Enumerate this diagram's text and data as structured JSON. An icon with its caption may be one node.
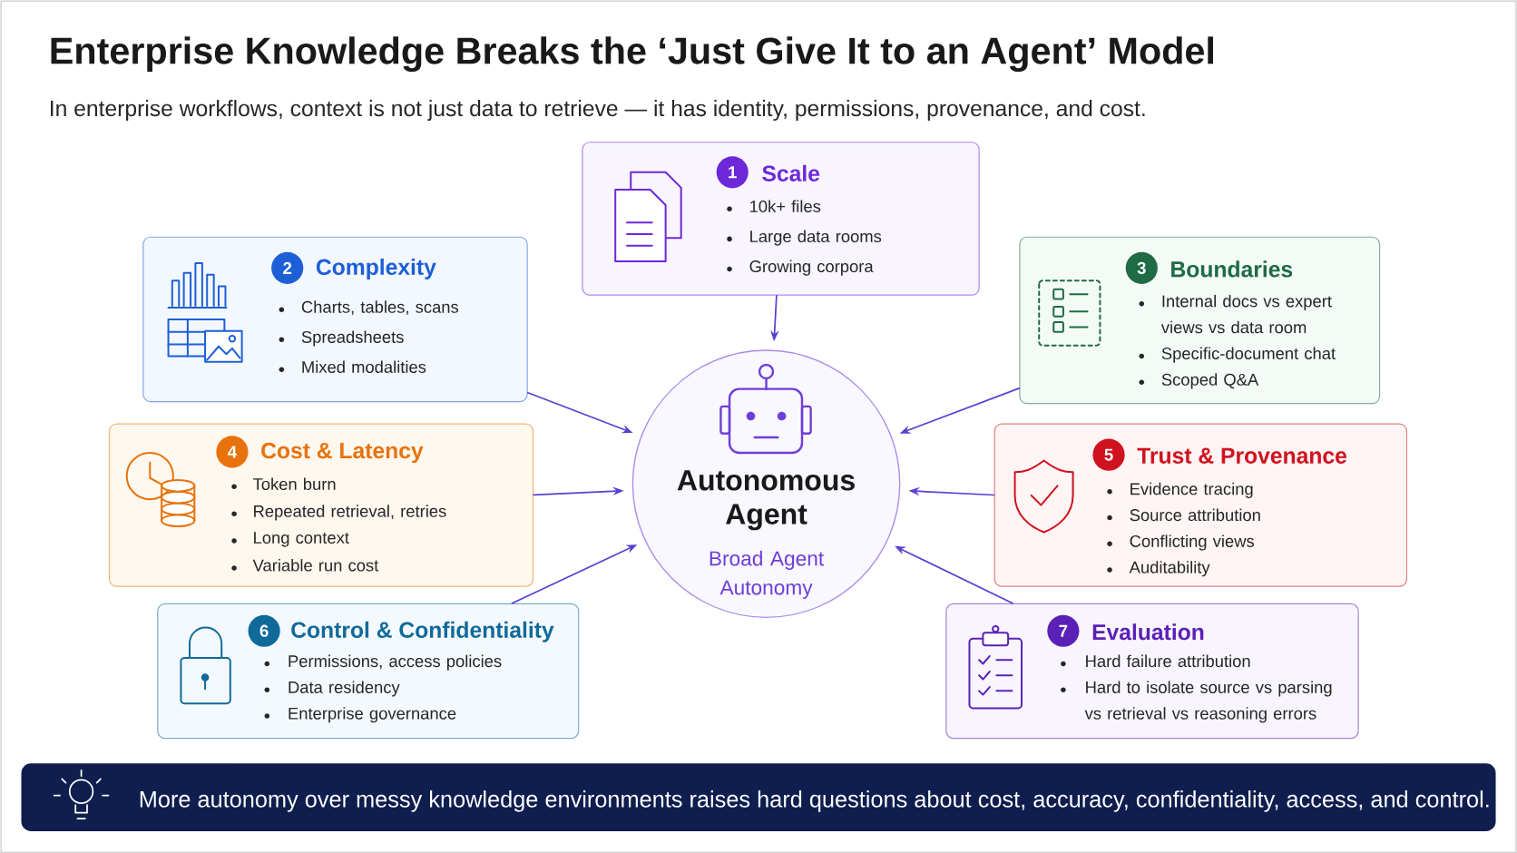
{
  "diagram": {
    "title": "Enterprise Knowledge Breaks the ‘Just Give It to an Agent’ Model",
    "nodes": [
      {
        "text": [
          "Scale",
          "10k+ files",
          "Large data rooms",
          "Growing corpora"
        ]
      },
      {
        "text": [
          "1"
        ],
        "in": 0
      },
      {
        "text": [
          "Complexity",
          "Charts, tables, scans",
          "Spreadsheets",
          "Mixed modalities"
        ]
      },
      {
        "text": [
          "2"
        ],
        "in": 2
      },
      {
        "text": [
          "Boundaries",
          "Internal docs vs expert views vs data room",
          "Specific-document chat",
          "Scoped Q&A"
        ]
      },
      {
        "text": [
          "3"
        ],
        "in": 4
      },
      {
        "text": [
          "Cost & Latency",
          "Token burn",
          "Repeated retrieval, retries",
          "Long context",
          "Variable run cost"
        ]
      },
      {
        "text": [
          "4"
        ],
        "in": 6
      },
      {
        "text": [
          "Autonomous Agent",
          "Broad Agent Autonomy"
        ]
      },
      {
        "text": [
          "Trust & Provenance",
          "Evidence tracing",
          "Source attribution",
          "Conflicting views",
          "Auditability"
        ]
      },
      {
        "text": [
          "5"
        ],
        "in": 9
      },
      {
        "text": [
          "Control & Confidentiality",
          "Permissions, access policies",
          "Data residency",
          "Enterprise governance"
        ]
      },
      {
        "text": [
          "6"
        ],
        "in": 11
      },
      {
        "text": [
          "Evaluation",
          "Hard failure attribution",
          "Hard to isolate source vs parsing vs retrieval vs reasoning errors"
        ]
      },
      {
        "text": [
          "7"
        ],
        "in": 13
      },
      {
        "text": [
          "More autonomy over messy knowledge environments raises hard questions about cost, accuracy, confidentiality, access, and control."
        ]
      }
    ],
    "edges": [
      {
        "from": 0,
        "to": 8,
        "arrow": "to"
      },
      {
        "from": 2,
        "to": 8,
        "arrow": "to"
      },
      {
        "from": 4,
        "to": 8,
        "arrow": "to"
      },
      {
        "from": 6,
        "to": 8,
        "arrow": "to"
      },
      {
        "from": 9,
        "to": 8,
        "arrow": "to"
      },
      {
        "from": 11,
        "to": 8,
        "arrow": "to"
      },
      {
        "from": 13,
        "to": 8,
        "arrow": "to"
      }
    ],
    "labels": [
      "In enterprise workflows, context is not just data to retrieve — it has identity, permissions, provenance, and cost."
    ]
  }
}
